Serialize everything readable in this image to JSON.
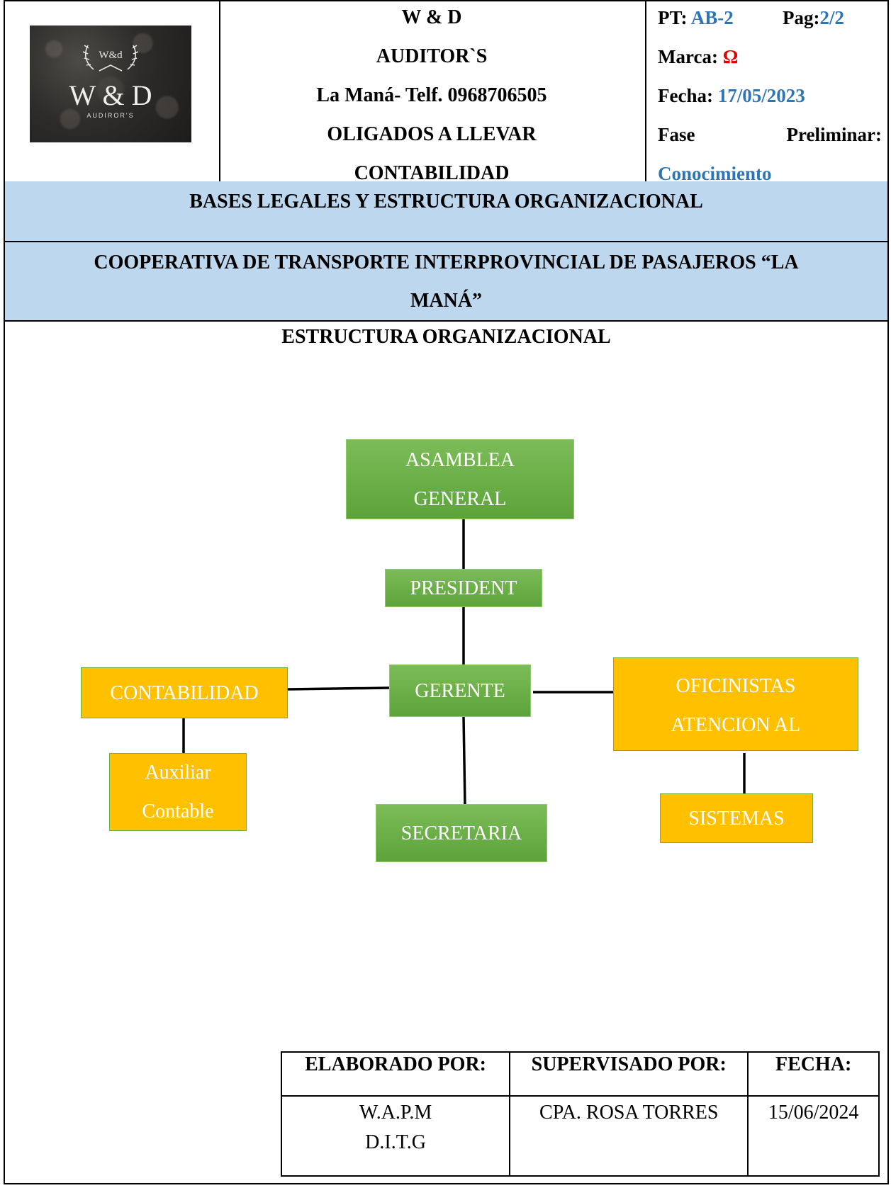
{
  "header": {
    "logo": {
      "monogram": "W&d",
      "main": "W & D",
      "sub": "AUDIROR'S"
    },
    "company_lines": [
      "W & D",
      "AUDITOR`S",
      "La Maná- Telf. 0968706505",
      "OLIGADOS A LLEVAR",
      "CONTABILIDAD"
    ],
    "pt_label": "PT:",
    "pt_value": "AB-2",
    "pag_label": "Pag:",
    "pag_value": "2/2",
    "marca_label": "Marca:",
    "marca_value": "Ω",
    "fecha_label": "Fecha:",
    "fecha_value": "17/05/2023",
    "fase_label": "Fase",
    "fase_word": "Preliminar:",
    "fase_value": "Conocimiento"
  },
  "bands": {
    "title1": "BASES LEGALES Y ESTRUCTURA ORGANIZACIONAL",
    "title2_line1": "COOPERATIVA DE TRANSPORTE INTERPROVINCIAL DE PASAJEROS “LA",
    "title2_line2": "MANÁ”"
  },
  "section_title": "ESTRUCTURA ORGANIZACIONAL",
  "org_chart": {
    "asamblea": [
      "ASAMBLEA",
      "GENERAL"
    ],
    "president": "PRESIDENT",
    "gerente": "GERENTE",
    "contabilidad": "CONTABILIDAD",
    "auxiliar": [
      "Auxiliar",
      "Contable"
    ],
    "secretaria": "SECRETARIA",
    "oficinistas": [
      "OFICINISTAS",
      "ATENCION AL"
    ],
    "sistemas": "SISTEMAS"
  },
  "signoff": {
    "headers": [
      "ELABORADO POR:",
      "SUPERVISADO POR:",
      "FECHA:"
    ],
    "elaborado": [
      "W.A.P.M",
      "D.I.T.G"
    ],
    "supervisado": "CPA. ROSA TORRES",
    "fecha": "15/06/2024"
  },
  "colors": {
    "green": "#6ab04c",
    "yellow": "#ffc000",
    "band": "#bdd7ee",
    "accent_blue": "#2e75b6",
    "accent_red": "#e00000"
  }
}
